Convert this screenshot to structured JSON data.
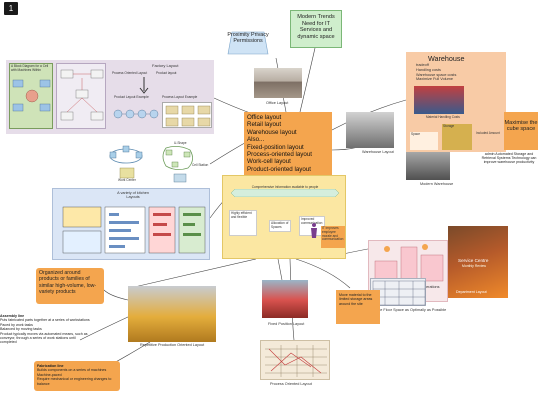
{
  "badge": "1",
  "center": {
    "items": [
      "Office layout",
      "Retail layout",
      "Warehouse layout",
      "Also...",
      "Fixed-position layout",
      "Process-oriented layout",
      "Work-cell layout",
      "Product-oriented layout"
    ]
  },
  "top": {
    "proximity": "Proximity Privacy Permissions",
    "modern": "Modern Trends Need for IT Services and dynamic space",
    "office_caption": "Office Layout"
  },
  "left_diagram": {
    "title_a": "A Block Diagram for a Cell with Machines Within",
    "title_b": "Factory Layout",
    "label_a": "Process Oriented Layout",
    "label_b": "Product Layout Example",
    "label_c": "Process Layout Example",
    "label_d": "Product layout",
    "label_e": "Process Layout"
  },
  "cycles": {
    "a": "Work Center",
    "b": "U-Shape",
    "c": "Cell Station"
  },
  "variety": {
    "title": "A variety of kitchen Layouts"
  },
  "hub": {
    "banner": "Comprehensive Information available to people",
    "right_note": "Allocation of Spaces",
    "left_note": "Highly efficient and flexible",
    "middle_note": "Improved communication",
    "bottom_note": "IT improves employee morale and communication"
  },
  "warehouse": {
    "title": "Warehouse",
    "items": [
      "tradeoff",
      "Handling costs",
      "Warehouse space costs",
      "Maximize Full Volume"
    ],
    "sub": "Material Handling Costs",
    "storage": "Storage",
    "space": "Space",
    "included": "Included Amount",
    "caption": "Warehouse Layout",
    "modern_caption": "Modern Warehouse",
    "maximise": "Maximise the cube space",
    "note": "admin Automated Storage and Retrieval Systems Technology can improve warehouse productivity"
  },
  "retail": {
    "supermarket_caption": "Supermarket Layout Considerations",
    "service_title": "Service Centre",
    "service_sub": "Monthly Review",
    "service_caption": "Department Layout",
    "utilize": "Utilize Floor Space as Optimally as Possible"
  },
  "repetitive": {
    "orange_note": "Organized around products or families of similar high-volume, low-variety products",
    "assembly_title": "Assembly line",
    "assembly_lines": [
      "Puts fabricated parts together at a series of workstations",
      "Paced by work tasks",
      "Balanced by moving tasks",
      "Product typically moves via automated means, such as conveyor, through a series of work stations until completed"
    ],
    "caption": "Repetitive Production Oriented Layout",
    "fabrication_title": "Fabrication line",
    "fabrication_lines": [
      "Builds components on a series of machines",
      "Machine-paced",
      "Require mechanical or engineering changes to balance"
    ]
  },
  "fixed": {
    "caption": "Fixed Position Layout",
    "note": "Move material to the limited storage areas around the site",
    "process_caption": "Process Oriented Layout"
  }
}
